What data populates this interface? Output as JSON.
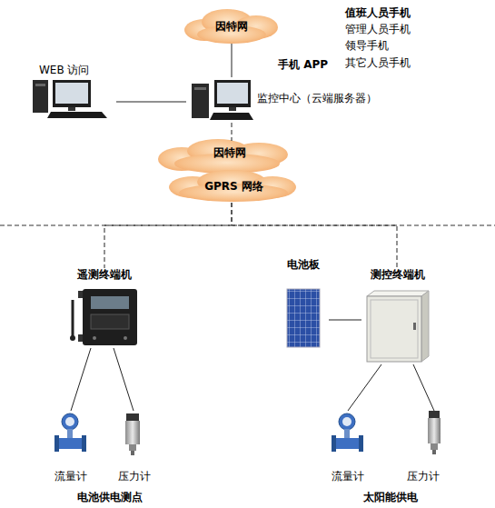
{
  "diagram": {
    "nodes": [
      {
        "text": [
          "因特网"
        ]
      },
      {
        "text": [
          "WEB 访问"
        ]
      },
      {
        "text": [
          "监控中心（云端服务器）"
        ]
      },
      {
        "text": [
          "因特网"
        ]
      },
      {
        "text": [
          "GPRS 网络"
        ]
      },
      {
        "text": [
          "遥测终端机"
        ]
      },
      {
        "text": [
          "电池板"
        ]
      },
      {
        "text": [
          "测控终端机"
        ]
      },
      {
        "text": [
          "流量计"
        ]
      },
      {
        "text": [
          "压力计"
        ]
      },
      {
        "text": [
          "流量计"
        ]
      },
      {
        "text": [
          "压力计"
        ]
      }
    ],
    "edges": [
      {
        "from": 0,
        "to": 2,
        "arrow": "none"
      },
      {
        "from": 1,
        "to": 2,
        "arrow": "none"
      },
      {
        "from": 2,
        "to": 3,
        "arrow": "none"
      },
      {
        "from": 4,
        "to": 5,
        "arrow": "none"
      },
      {
        "from": 4,
        "to": 7,
        "arrow": "none"
      },
      {
        "from": 6,
        "to": 7,
        "arrow": "none"
      },
      {
        "from": 5,
        "to": 8,
        "arrow": "none"
      },
      {
        "from": 5,
        "to": 9,
        "arrow": "none"
      },
      {
        "from": 7,
        "to": 10,
        "arrow": "none"
      },
      {
        "from": 7,
        "to": 11,
        "arrow": "none"
      }
    ],
    "labels": [
      "值班人员手机",
      "管理人员手机",
      "领导手机",
      "其它人员手机",
      "手机 APP",
      "电池供电测点",
      "太阳能供电"
    ]
  }
}
